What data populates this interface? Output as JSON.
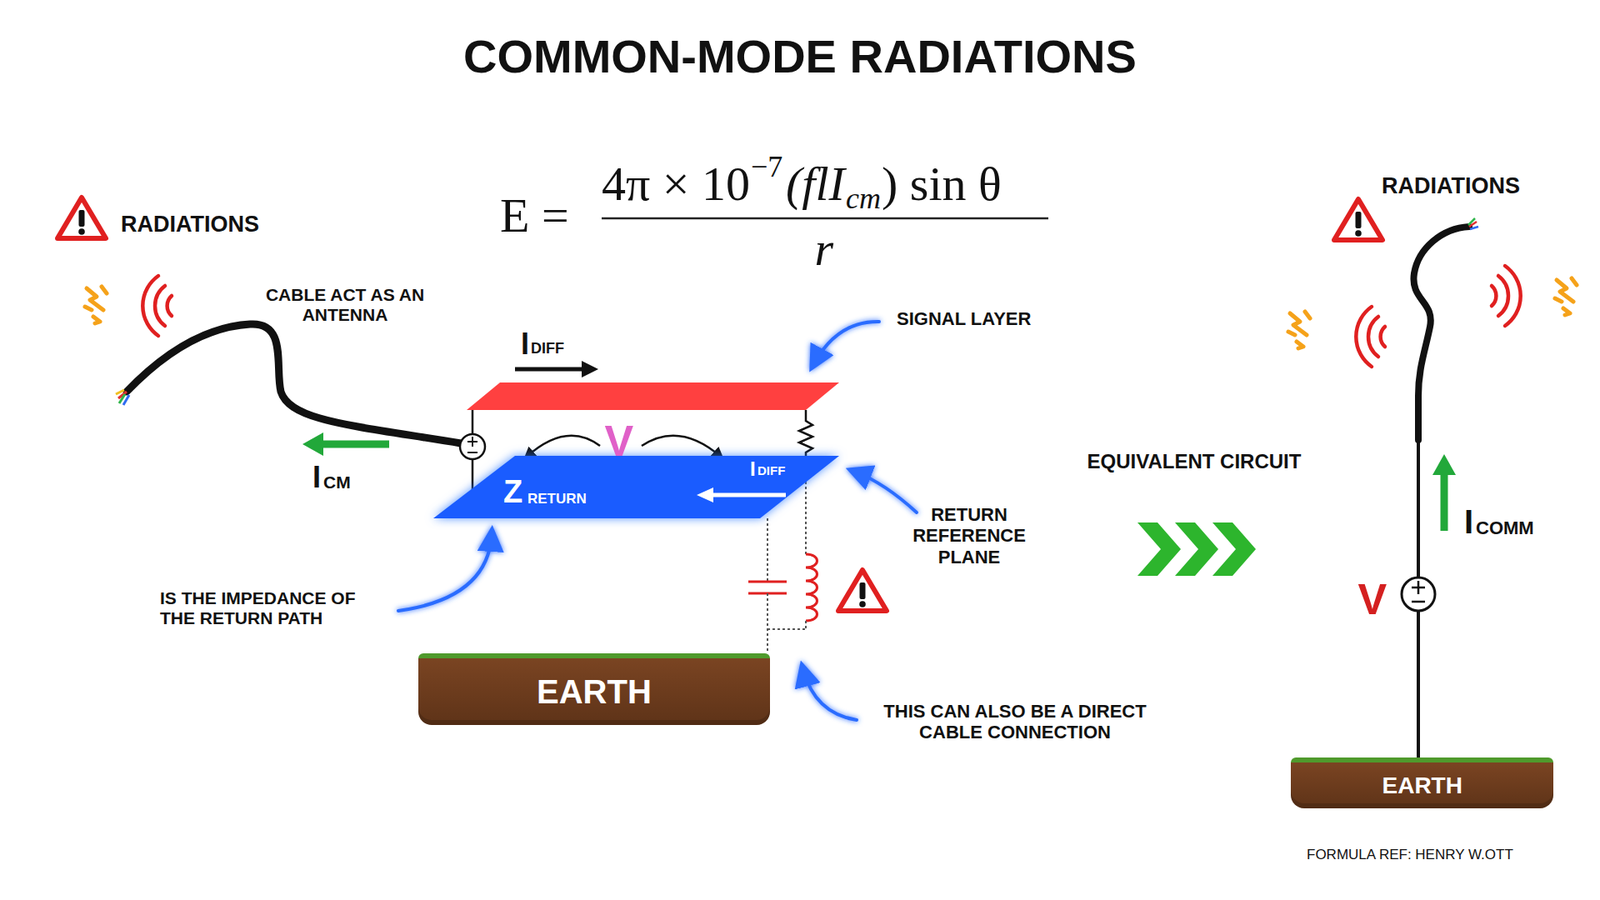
{
  "diagram": {
    "title": "COMMON-MODE RADIATIONS",
    "nodes": [
      {
        "text": [
          "Z",
          "RETURN",
          "I",
          "DIFF"
        ]
      },
      {
        "text": [
          "EARTH"
        ]
      },
      {
        "text": [
          "EARTH"
        ]
      }
    ],
    "labels": [
      "E =",
      "4π × 10",
      "−7",
      "(flI",
      "cm",
      ") sin θ",
      "r",
      "RADIATIONS",
      "CABLE ACT AS AN ANTENNA",
      "I",
      "DIFF",
      "V",
      "I",
      "CM",
      "SIGNAL LAYER",
      "RETURN REFERENCE PLANE",
      "IS THE IMPEDANCE OF THE RETURN PATH",
      "THIS CAN ALSO BE A DIRECT CABLE CONNECTION",
      "EQUIVALENT CIRCUIT",
      "RADIATIONS",
      "I",
      "COMM",
      "V",
      "FORMULA REF: HENRY W.OTT"
    ]
  }
}
